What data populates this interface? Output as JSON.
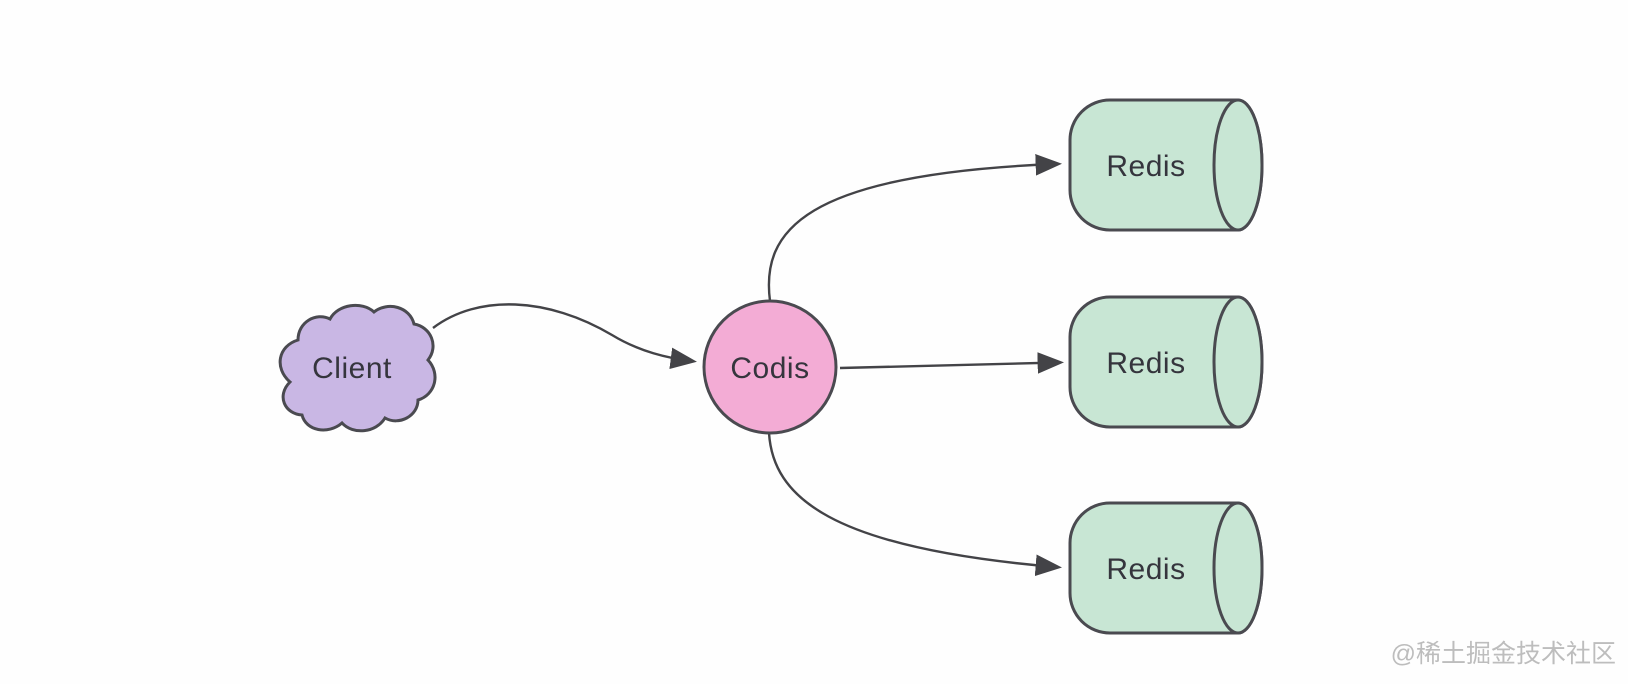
{
  "diagram": {
    "type": "architecture-diagram",
    "stroke_color": "#434347",
    "text_color": "#35353d",
    "nodes": {
      "client": {
        "label": "Client",
        "shape": "cloud",
        "fill": "#c9b7e4"
      },
      "codis": {
        "label": "Codis",
        "shape": "circle",
        "fill": "#f3acd5"
      },
      "redis1": {
        "label": "Redis",
        "shape": "cylinder",
        "fill": "#c8e6d4"
      },
      "redis2": {
        "label": "Redis",
        "shape": "cylinder",
        "fill": "#c8e6d4"
      },
      "redis3": {
        "label": "Redis",
        "shape": "cylinder",
        "fill": "#c8e6d4"
      }
    },
    "edges": [
      {
        "from": "client",
        "to": "codis",
        "style": "curved"
      },
      {
        "from": "codis",
        "to": "redis1",
        "style": "curved"
      },
      {
        "from": "codis",
        "to": "redis2",
        "style": "straight"
      },
      {
        "from": "codis",
        "to": "redis3",
        "style": "curved"
      }
    ]
  },
  "watermark": {
    "text": "@稀土掘金技术社区",
    "color": "#bdbdbd"
  }
}
